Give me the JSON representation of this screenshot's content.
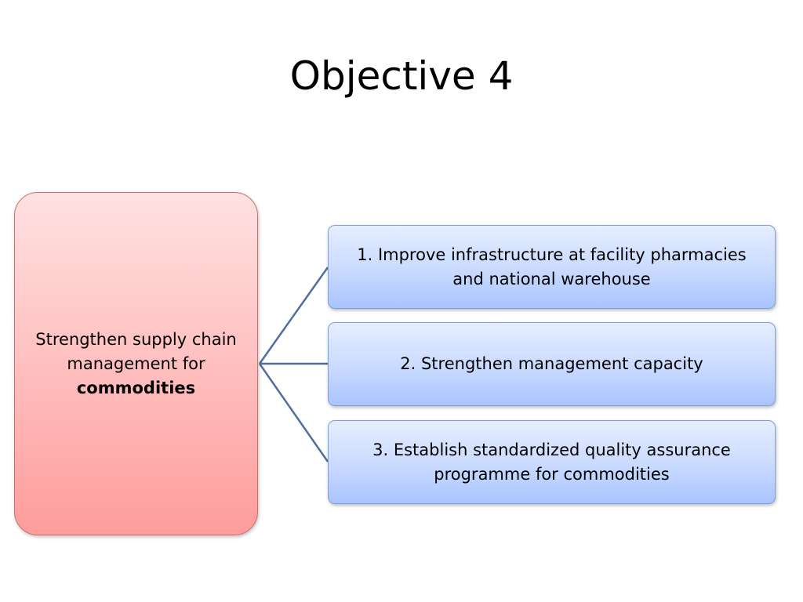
{
  "slide": {
    "title": "Objective 4"
  },
  "root": {
    "text_line": "Strengthen supply chain management for",
    "text_bold": "commodities"
  },
  "branches": [
    {
      "label": "1. Improve infrastructure at facility pharmacies and national warehouse"
    },
    {
      "label": "2. Strengthen management capacity"
    },
    {
      "label": "3. Establish standardized quality assurance programme for commodities"
    }
  ],
  "colors": {
    "root_fill": "#ffbcbc",
    "branch_fill": "#c9daff",
    "connector": "#4f6f9a"
  }
}
